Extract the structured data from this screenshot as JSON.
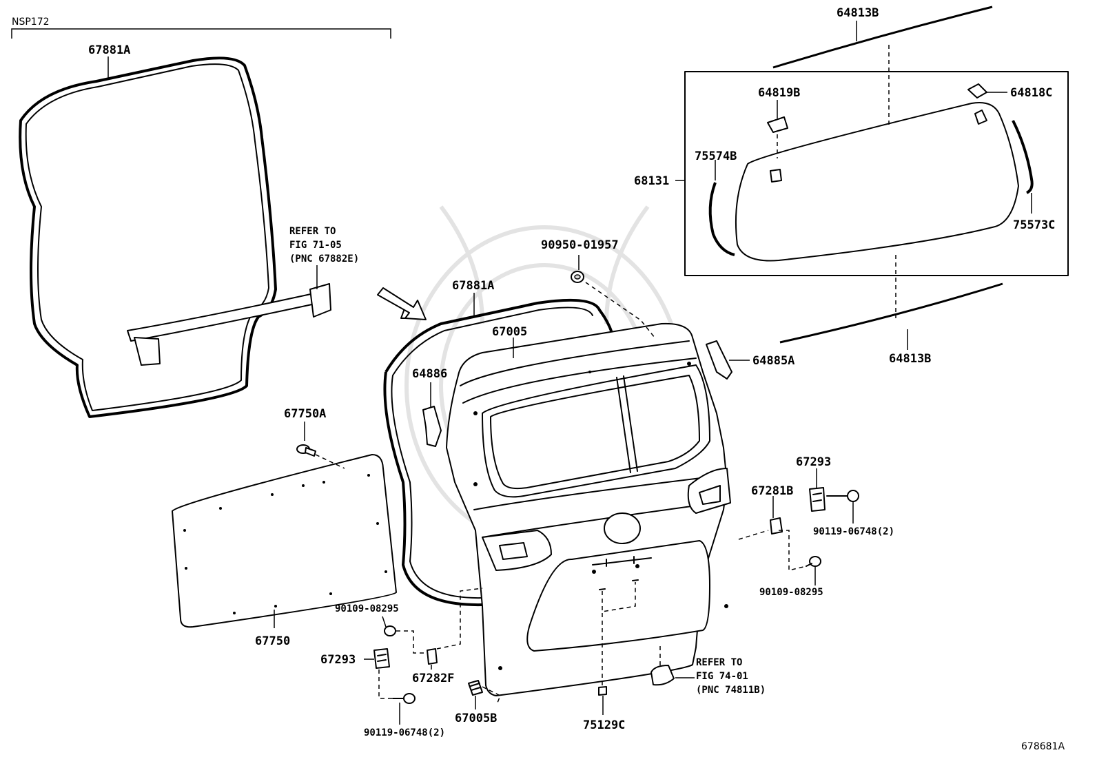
{
  "header": {
    "model": "NSP172",
    "figure_id": "678681A"
  },
  "callouts": {
    "c_67881A_left": "67881A",
    "c_refer_71_1": "REFER TO",
    "c_refer_71_2": "FIG 71-05",
    "c_refer_71_3": "(PNC 67882E)",
    "c_67750A": "67750A",
    "c_67750": "67750",
    "c_90950": "90950-01957",
    "c_67881A_mid": "67881A",
    "c_67005": "67005",
    "c_64886": "64886",
    "c_64885A": "64885A",
    "c_64813B_top": "64813B",
    "c_64819B": "64819B",
    "c_64818C": "64818C",
    "c_75574B": "75574B",
    "c_68131": "68131",
    "c_75573C": "75573C",
    "c_64813B_bot": "64813B",
    "c_67293_right": "67293",
    "c_67281B": "67281B",
    "c_90119_right": "90119-06748(2)",
    "c_90109_right": "90109-08295",
    "c_90109_left": "90109-08295",
    "c_67293_left": "67293",
    "c_67282F": "67282F",
    "c_90119_left": "90119-06748(2)",
    "c_67005B": "67005B",
    "c_75129C": "75129C",
    "c_refer_74_1": "REFER TO",
    "c_refer_74_2": "FIG 74-01",
    "c_refer_74_3": "(PNC 74811B)"
  }
}
